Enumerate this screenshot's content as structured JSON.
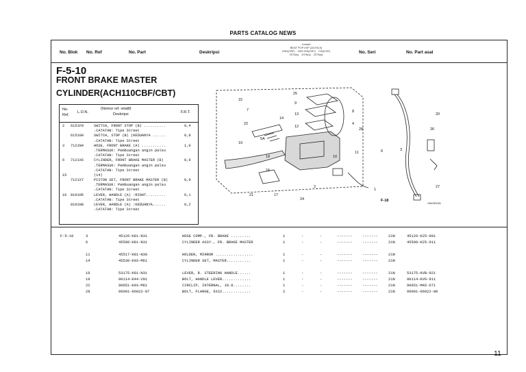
{
  "page": {
    "catalog_title": "PARTS CATALOG NEWS",
    "page_number": "11"
  },
  "header": {
    "blok": "No. Blok",
    "ref": "No. Ref",
    "part": "No. Part",
    "deskripsi": "Deskripsi",
    "jumlah": "Jumlah",
    "jumlah_model": "BEAT POP eSP (ACH110)",
    "jumlah_variants": [
      "CBS(CBF)",
      "CBS ISS(CBT)",
      "CW(CSF)"
    ],
    "jumlah_years": [
      "2076(s)",
      "2076(s)",
      "2076(s)"
    ],
    "seri": "No. Seri",
    "part_asal": "No. Part asal"
  },
  "section": {
    "code": "F-5-10",
    "title_line1": "FRONT BRAKE MASTER",
    "title_line2": "CYLINDER(ACH110CBF/CBT)"
  },
  "ref_table": {
    "col_no": "No.",
    "col_ref": "Ref.",
    "col_lon": "L.O.N.",
    "col_desc_top": "(Nomor ref. relatif)",
    "col_desc": "Deskripsi",
    "col_frt": "F.R.T.",
    "rows": [
      {
        "no": "2",
        "lon": "6151F8",
        "desc": "SWITCH, FRONT STOP (B) ..........",
        "frt": "0,4"
      },
      {
        "no": "",
        "lon": "",
        "desc": ".CATATAN: Tipe Street",
        "frt": ""
      },
      {
        "no": "",
        "lon": "6151G0",
        "desc": "SWITCH, STOP (B) (KEDUANYA ......",
        "frt": "0,8"
      },
      {
        "no": "",
        "lon": "",
        "desc": ".CATATAN: Tipe Street",
        "frt": ""
      },
      {
        "no": "3",
        "lon": "7121N4",
        "desc": "HOSE, FRONT BRAKE (A) ...........",
        "frt": "1,0"
      },
      {
        "no": "",
        "lon": "",
        "desc": ".TERMASUK: Pembuangan angin palsu",
        "frt": ""
      },
      {
        "no": "",
        "lon": "",
        "desc": ".CATATAN: Tipe Street",
        "frt": ""
      },
      {
        "no": "6",
        "lon": "7121X6",
        "desc": "CYLINDER, FRONT BRAKE MASTER (B)",
        "frt": "0,6"
      },
      {
        "no": "",
        "lon": "",
        "desc": ".TERMASUK: Pembuangan angin palsu",
        "frt": ""
      },
      {
        "no": "",
        "lon": "",
        "desc": ".CATATAN: Tipe Street",
        "frt": ""
      },
      {
        "no": "15",
        "lon": "",
        "desc": "(14)",
        "frt": ""
      },
      {
        "no": "",
        "lon": "7121X7",
        "desc": "PISTON SET, FRONT BRAKE MASTER (B)",
        "frt": "0,9"
      },
      {
        "no": "",
        "lon": "",
        "desc": ".TERMASUK: Pembuangan angin palsu",
        "frt": ""
      },
      {
        "no": "",
        "lon": "",
        "desc": ".CATATAN: Tipe Street",
        "frt": ""
      },
      {
        "no": "16",
        "lon": "8101H5",
        "desc": "LEVER, HANDLE (A) :RIGHT.........",
        "frt": "0,1"
      },
      {
        "no": "",
        "lon": "",
        "desc": ".CATATAN: Tipe Street",
        "frt": ""
      },
      {
        "no": "",
        "lon": "8101H8",
        "desc": "LEVER, HANDLE (A) :KEDUANYA......",
        "frt": "0,2"
      },
      {
        "no": "",
        "lon": "",
        "desc": ".CATATAN: Tipe Street",
        "frt": ""
      }
    ]
  },
  "diagram": {
    "labels": [
      "15",
      "7",
      "22",
      "19",
      "5A",
      "18",
      "16",
      "21",
      "10",
      "2",
      "17",
      "24",
      "25",
      "9",
      "13",
      "12",
      "8",
      "4",
      "28",
      "1",
      "6",
      "3",
      "20",
      "26",
      "27",
      "11",
      "14"
    ],
    "footer_code": "F-18",
    "corner_code": "XNCB1001"
  },
  "parts": [
    {
      "blok": "F-5-10",
      "ref": "3",
      "part": "45126-K81-N31",
      "desc": "HOSE COMP., FR. BRAKE .........",
      "q1": "1",
      "q2": "-",
      "q3": "-",
      "s1": "-------",
      "s2": "-------",
      "lc": "21N",
      "orig": "45126-K25-901"
    },
    {
      "blok": "",
      "ref": "6",
      "part": "45500-K81-N31",
      "desc": "CYLINDER ASSY., FR. BRAKE MASTER",
      "q1": "1",
      "q2": "-",
      "q3": "-",
      "s1": "-------",
      "s2": "-------",
      "lc": "21N",
      "orig": "45500-K25-911"
    },
    {
      "gap": true
    },
    {
      "blok": "",
      "ref": "11",
      "part": "45517-K81-N30",
      "desc": "HOLDER, MIRROR .................",
      "q1": "1",
      "q2": "-",
      "q3": "-",
      "s1": "-------",
      "s2": "-------",
      "lc": "21N",
      "orig": ""
    },
    {
      "blok": "",
      "ref": "14",
      "part": "45530-K03-M61",
      "desc": "CYLINDER SET, MASTER...........",
      "q1": "1",
      "q2": "-",
      "q3": "-",
      "s1": "-------",
      "s2": "-------",
      "lc": "21N",
      "orig": ""
    },
    {
      "gap": true
    },
    {
      "blok": "",
      "ref": "16",
      "part": "53175-K81-N31",
      "desc": "LEVER, R. STEERING HANDLE......",
      "q1": "1",
      "q2": "-",
      "q3": "-",
      "s1": "-------",
      "s2": "-------",
      "lc": "21N",
      "orig": "53175-KVB-921"
    },
    {
      "blok": "",
      "ref": "19",
      "part": "90114-K44-V01",
      "desc": "BOLT, HANDLE LEVER.............",
      "q1": "1",
      "q2": "-",
      "q3": "-",
      "s1": "-------",
      "s2": "-------",
      "lc": "21N",
      "orig": "90114-KVG-911"
    },
    {
      "blok": "",
      "ref": "22",
      "part": "90651-K03-M61",
      "desc": "CIRCLIP, INTERNAL, 18.8........",
      "q1": "1",
      "q2": "-",
      "q3": "-",
      "s1": "-------",
      "s2": "-------",
      "lc": "21N",
      "orig": "90651-MA5-671"
    },
    {
      "blok": "",
      "ref": "28",
      "part": "96001-06022-07",
      "desc": "BOLT, FLANGE, 6X22.............",
      "q1": "2",
      "q2": "-",
      "q3": "-",
      "s1": "-------",
      "s2": "-------",
      "lc": "21N",
      "orig": "96001-06022-00"
    }
  ]
}
